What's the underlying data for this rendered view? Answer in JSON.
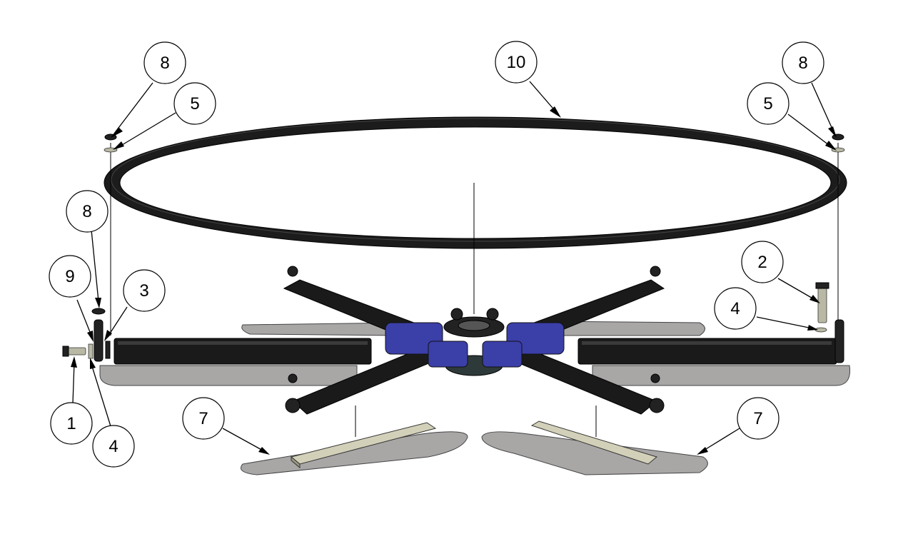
{
  "callouts": [
    {
      "id": "c1",
      "label": "1"
    },
    {
      "id": "c2",
      "label": "2"
    },
    {
      "id": "c3",
      "label": "3"
    },
    {
      "id": "c4a",
      "label": "4"
    },
    {
      "id": "c4b",
      "label": "4"
    },
    {
      "id": "c5a",
      "label": "5"
    },
    {
      "id": "c5b",
      "label": "5"
    },
    {
      "id": "c7a",
      "label": "7"
    },
    {
      "id": "c7b",
      "label": "7"
    },
    {
      "id": "c8a",
      "label": "8"
    },
    {
      "id": "c8b",
      "label": "8"
    },
    {
      "id": "c8c",
      "label": "8"
    },
    {
      "id": "c9",
      "label": "9"
    },
    {
      "id": "c10",
      "label": "10"
    }
  ],
  "colors": {
    "ring": "#1c1c1c",
    "arm": "#1a1a1a",
    "plate": "#a9a6a6",
    "hub": "#3b3fa8",
    "bolt": "#b8b8a4"
  }
}
